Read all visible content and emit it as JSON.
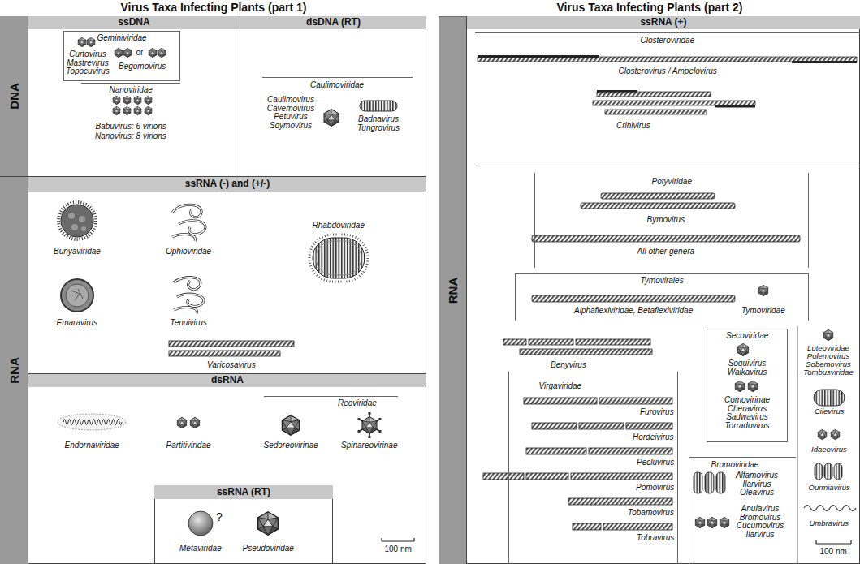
{
  "diagram": {
    "nodes": [
      {
        "text": [
          "Virus Taxa Infecting Plants (part 1)"
        ]
      },
      {
        "text": [
          "DNA"
        ],
        "in": 0
      },
      {
        "text": [
          "ssDNA"
        ],
        "in": 1
      },
      {
        "text": [
          "Geminiviridae",
          "Curtovirus Mastrevirus Topocuvirus",
          "or",
          "Begomovirus"
        ],
        "in": 2
      },
      {
        "text": [
          "Nanoviridae",
          "Babuvirus: 6 virions",
          "Nanovirus: 8 virions"
        ],
        "in": 2
      },
      {
        "text": [
          "dsDNA (RT)"
        ],
        "in": 1
      },
      {
        "text": [
          "Caulimoviridae",
          "Caulimovirus Cavemovirus Petuvirus Soymovirus",
          "Badnavirus Tungrovirus"
        ],
        "in": 5
      },
      {
        "text": [
          "RNA"
        ],
        "in": 0
      },
      {
        "text": [
          "ssRNA (-) and (+/-)",
          "Bunyaviridae",
          "Ophioviridae",
          "Rhabdoviridae",
          "Emaravirus",
          "Tenuivirus",
          "Varicosavirus"
        ],
        "in": 7
      },
      {
        "text": [
          "dsRNA",
          "Endornaviridae",
          "Partitiviridae"
        ],
        "in": 7
      },
      {
        "text": [
          "Reoviridae",
          "Sedoreovirinae",
          "Spinareovirinae"
        ],
        "in": 9
      },
      {
        "text": [
          "ssRNA (RT)",
          "Metaviridae",
          "?",
          "Pseudoviridae"
        ],
        "in": 9
      },
      {
        "text": [
          "Virus Taxa Infecting Plants (part 2)"
        ]
      },
      {
        "text": [
          "RNA"
        ],
        "in": 12
      },
      {
        "text": [
          "ssRNA (+)",
          "Benyvirus",
          "Luteoviridae Polemovirus Sobemovirus Tombusviridae",
          "Cilevirus",
          "Idaeovirus",
          "Ourmiavirus",
          "Umbravirus"
        ],
        "in": 13
      },
      {
        "text": [
          "Closteroviridae",
          "Closterovirus / Ampelovirus",
          "Crinivirus"
        ],
        "in": 14
      },
      {
        "text": [
          "Potyviridae",
          "Bymovirus",
          "All other genera"
        ],
        "in": 14
      },
      {
        "text": [
          "Tymovirales",
          "Alphaflexiviridae, Betaflexiviridae",
          "Tymoviridae"
        ],
        "in": 14
      },
      {
        "text": [
          "Secoviridae",
          "Soquivirus Waikavirus",
          "Comovirinae Cheravirus Sadwavirus Torradovirus"
        ],
        "in": 14
      },
      {
        "text": [
          "Virgaviridae",
          "Furovirus",
          "Hordeivirus",
          "Pecluvirus",
          "Pomovirus",
          "Tobamovirus",
          "Tobravirus"
        ],
        "in": 14
      },
      {
        "text": [
          "Bromoviridae",
          "Alfamovirus Ilarvirus Oleavirus",
          "Anulavirus Bromovirus Cucumovirus Ilarvirus"
        ],
        "in": 14
      }
    ],
    "labels": [
      "100 nm",
      "100 nm"
    ]
  }
}
